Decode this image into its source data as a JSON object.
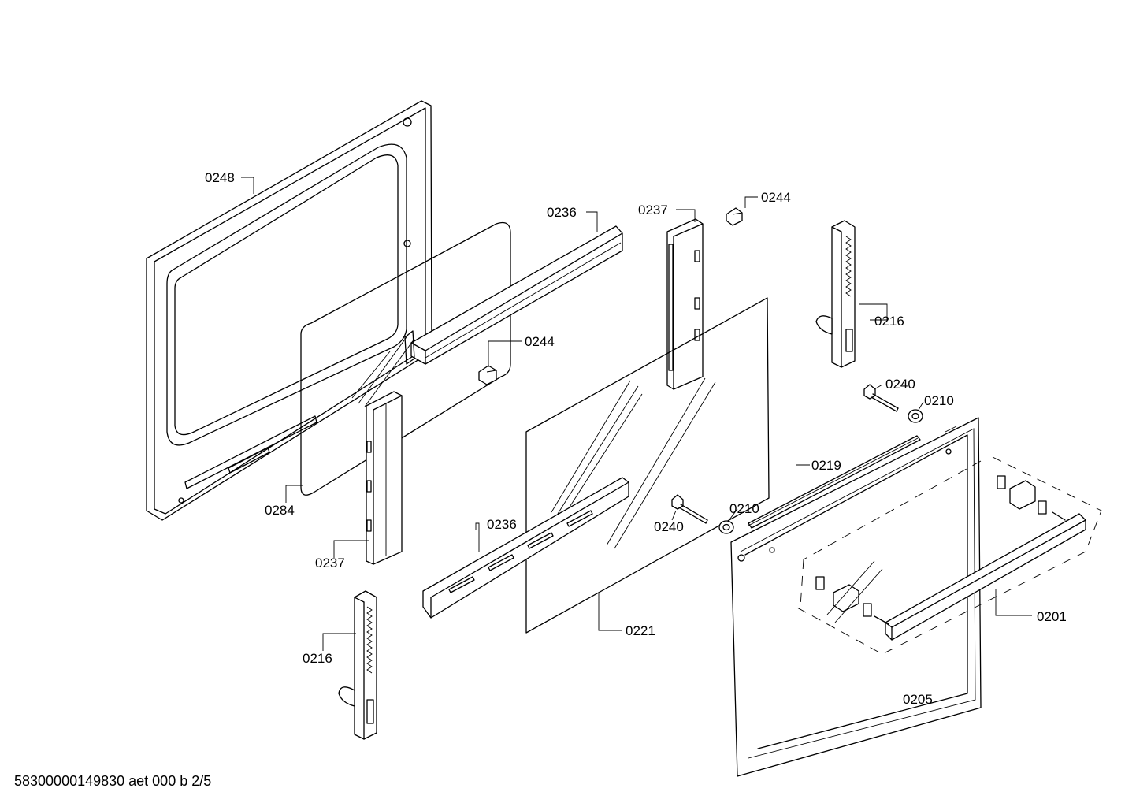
{
  "diagram": {
    "part_labels": {
      "p0248": "0248",
      "p0236_top": "0236",
      "p0237_top": "0237",
      "p0244_top": "0244",
      "p0216_right": "0216",
      "p0244_mid": "0244",
      "p0240_right": "0240",
      "p0210_right": "0210",
      "p0219": "0219",
      "p0284": "0284",
      "p0236_bottom": "0236",
      "p0240_mid": "0240",
      "p0210_mid": "0210",
      "p0237_bottom": "0237",
      "p0201": "0201",
      "p0221": "0221",
      "p0216_left": "0216",
      "p0205": "0205"
    }
  },
  "footer": {
    "document_id": "58300000149830 aet 000 b 2/5"
  }
}
